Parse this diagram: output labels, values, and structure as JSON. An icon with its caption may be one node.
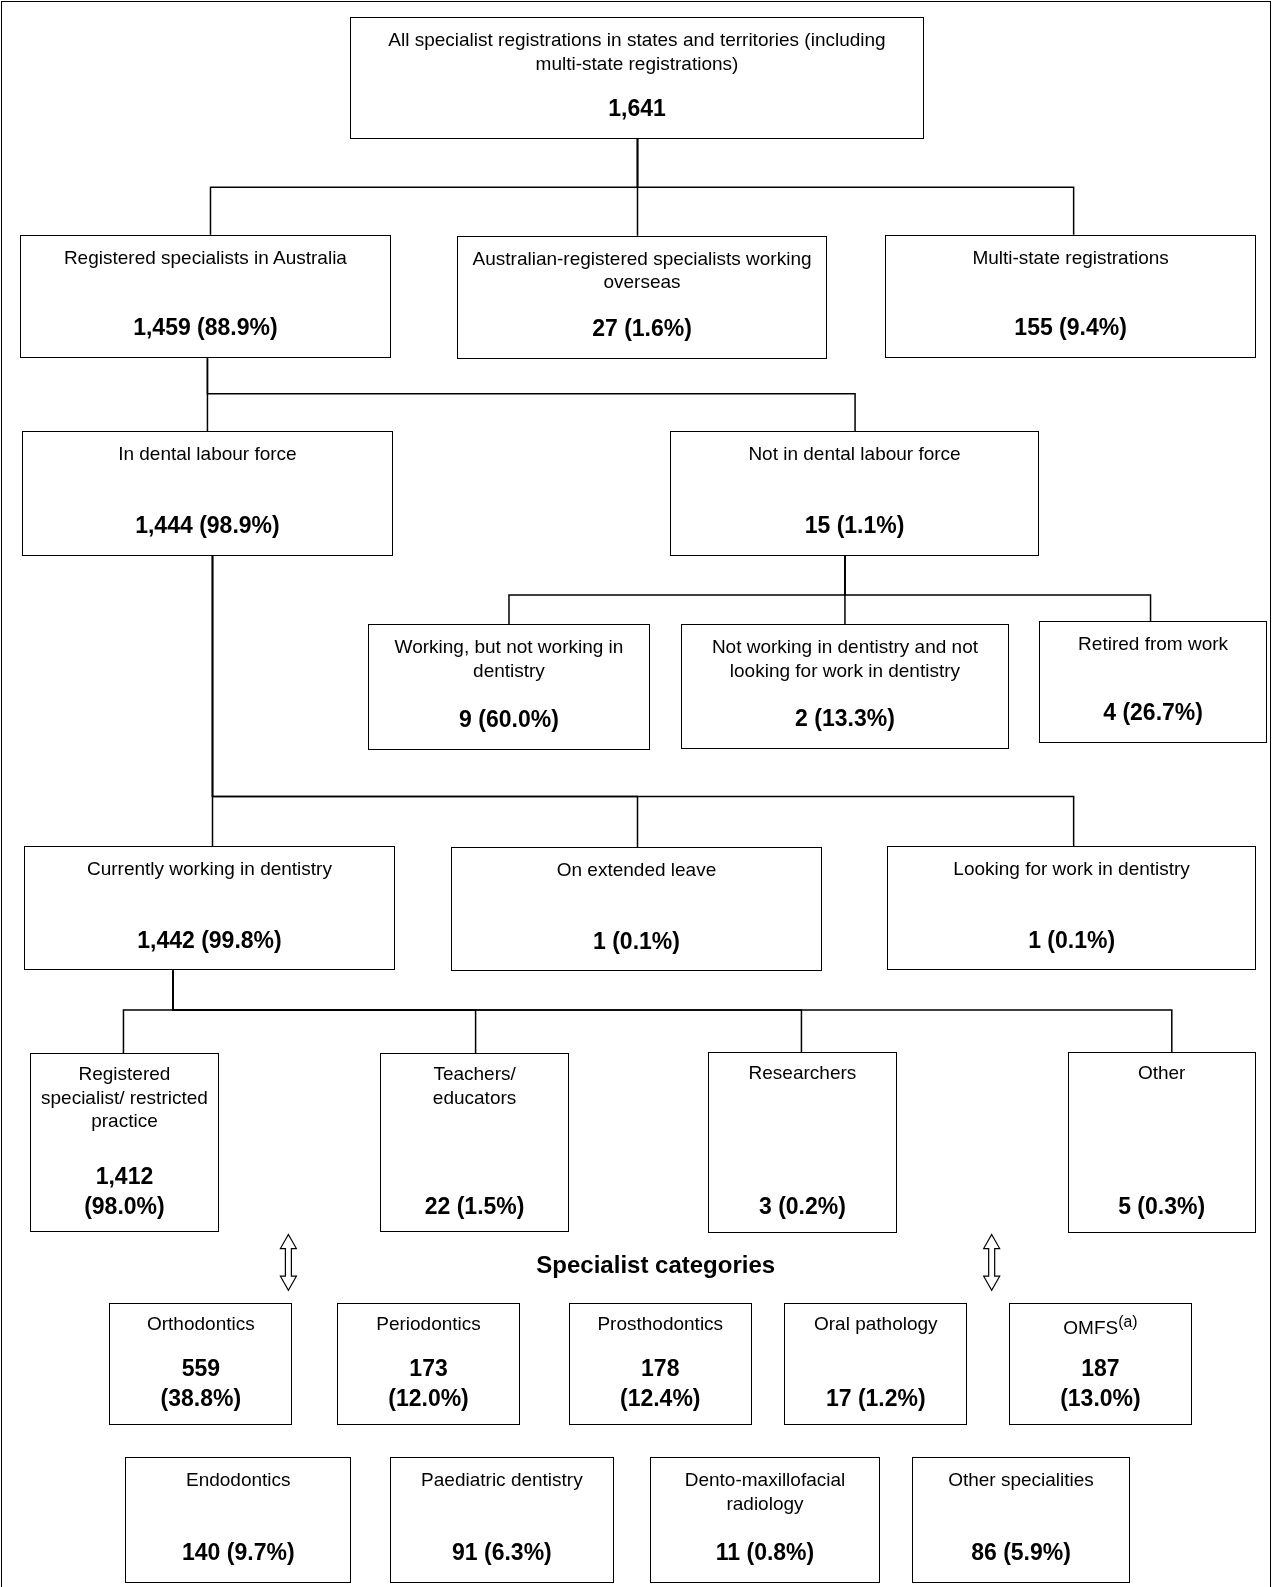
{
  "diagram": {
    "nodes": [
      {
        "text": [
          "All specialist registrations in states and territories (including multi-state registrations)",
          "1,641"
        ]
      },
      {
        "text": [
          "Registered specialists in Australia",
          "1,459 (88.9%)"
        ]
      },
      {
        "text": [
          "Australian-registered specialists working overseas",
          "27 (1.6%)"
        ]
      },
      {
        "text": [
          "Multi-state registrations",
          "155 (9.4%)"
        ]
      },
      {
        "text": [
          "In dental labour force",
          "1,444 (98.9%)"
        ]
      },
      {
        "text": [
          "Not in dental labour force",
          "15 (1.1%)"
        ]
      },
      {
        "text": [
          "Working, but not working in dentistry",
          "9 (60.0%)"
        ]
      },
      {
        "text": [
          "Not working in dentistry and not looking for work in dentistry",
          "2 (13.3%)"
        ]
      },
      {
        "text": [
          "Retired from work",
          "4 (26.7%)"
        ]
      },
      {
        "text": [
          "Currently working in dentistry",
          "1,442 (99.8%)"
        ]
      },
      {
        "text": [
          "On extended leave",
          "1 (0.1%)"
        ]
      },
      {
        "text": [
          "Looking for work in dentistry",
          "1 (0.1%)"
        ]
      },
      {
        "text": [
          "Registered specialist/ restricted practice",
          "1,412 (98.0%)"
        ]
      },
      {
        "text": [
          "Teachers/ educators",
          "22 (1.5%)"
        ]
      },
      {
        "text": [
          "Researchers",
          "3 (0.2%)"
        ]
      },
      {
        "text": [
          "Other",
          "5 (0.3%)"
        ]
      },
      {
        "text": [
          "Orthodontics",
          "559 (38.8%)"
        ]
      },
      {
        "text": [
          "Periodontics",
          "173 (12.0%)"
        ]
      },
      {
        "text": [
          "Prosthodontics",
          "178 (12.4%)"
        ]
      },
      {
        "text": [
          "Oral pathology",
          "17 (1.2%)"
        ]
      },
      {
        "text": [
          "OMFS$^{(a)}$",
          "187 (13.0%)"
        ]
      },
      {
        "text": [
          "Endodontics",
          "140 (9.7%)"
        ]
      },
      {
        "text": [
          "Paediatric dentistry",
          "91 (6.3%)"
        ]
      },
      {
        "text": [
          "Dento-maxillofacial radiology",
          "11 (0.8%)"
        ]
      },
      {
        "text": [
          "Other specialities",
          "86 (5.9%)"
        ]
      }
    ],
    "edges": [
      {
        "from": 0,
        "to": 1,
        "arrow": "none"
      },
      {
        "from": 0,
        "to": 2,
        "arrow": "none"
      },
      {
        "from": 0,
        "to": 3,
        "arrow": "none"
      },
      {
        "from": 1,
        "to": 4,
        "arrow": "none"
      },
      {
        "from": 1,
        "to": 5,
        "arrow": "none"
      },
      {
        "from": 5,
        "to": 6,
        "arrow": "none"
      },
      {
        "from": 5,
        "to": 7,
        "arrow": "none"
      },
      {
        "from": 5,
        "to": 8,
        "arrow": "none"
      },
      {
        "from": 4,
        "to": 9,
        "arrow": "none"
      },
      {
        "from": 4,
        "to": 10,
        "arrow": "none"
      },
      {
        "from": 4,
        "to": 11,
        "arrow": "none"
      },
      {
        "from": 9,
        "to": 12,
        "arrow": "none"
      },
      {
        "from": 9,
        "to": 13,
        "arrow": "none"
      },
      {
        "from": 9,
        "to": 14,
        "arrow": "none"
      },
      {
        "from": 9,
        "to": 15,
        "arrow": "none"
      }
    ],
    "labels": [
      "Specialist categories"
    ]
  }
}
